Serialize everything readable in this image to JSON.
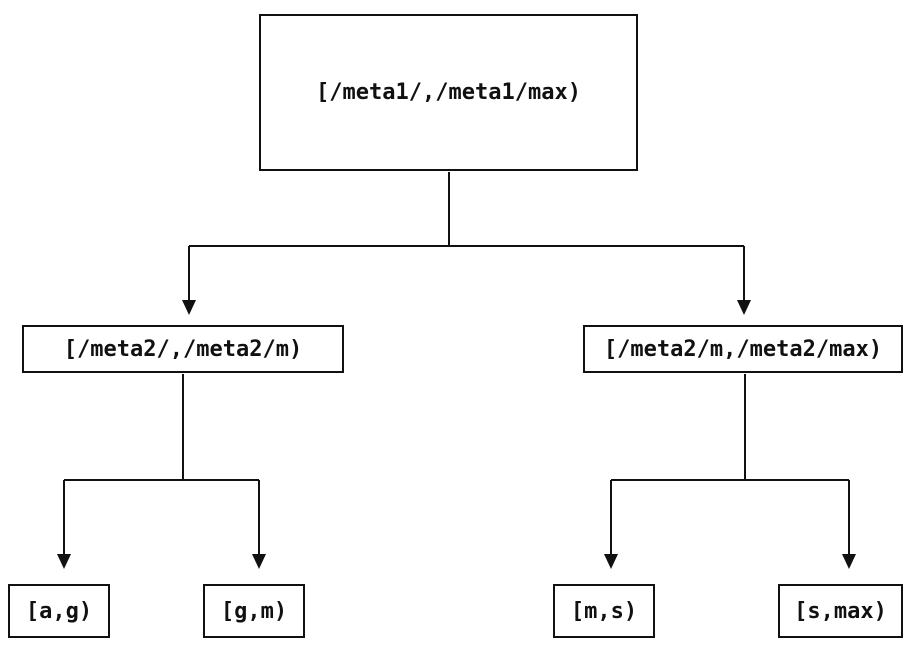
{
  "diagram": {
    "type": "tree",
    "description": "Interval partition tree: root range split into two meta2 ranges, each split into two key ranges",
    "nodes": {
      "root": {
        "id": "root",
        "label": "[/meta1/,/meta1/max)"
      },
      "left_child": {
        "id": "left_child",
        "label": "[/meta2/,/meta2/m)"
      },
      "right_child": {
        "id": "right_child",
        "label": "[/meta2/m,/meta2/max)"
      },
      "leaf_ag": {
        "id": "leaf_ag",
        "label": "[a,g)"
      },
      "leaf_gm": {
        "id": "leaf_gm",
        "label": "[g,m)"
      },
      "leaf_ms": {
        "id": "leaf_ms",
        "label": "[m,s)"
      },
      "leaf_smax": {
        "id": "leaf_smax",
        "label": "[s,max)"
      }
    },
    "edges": [
      {
        "from": "root",
        "to": "left_child",
        "arrow": "down"
      },
      {
        "from": "root",
        "to": "right_child",
        "arrow": "down"
      },
      {
        "from": "left_child",
        "to": "leaf_ag",
        "arrow": "down"
      },
      {
        "from": "left_child",
        "to": "leaf_gm",
        "arrow": "down"
      },
      {
        "from": "right_child",
        "to": "leaf_ms",
        "arrow": "down"
      },
      {
        "from": "right_child",
        "to": "leaf_smax",
        "arrow": "down"
      }
    ],
    "colors": {
      "background": "#ffffff",
      "line": "#111111",
      "box_border": "#111111",
      "text": "#111111"
    }
  }
}
